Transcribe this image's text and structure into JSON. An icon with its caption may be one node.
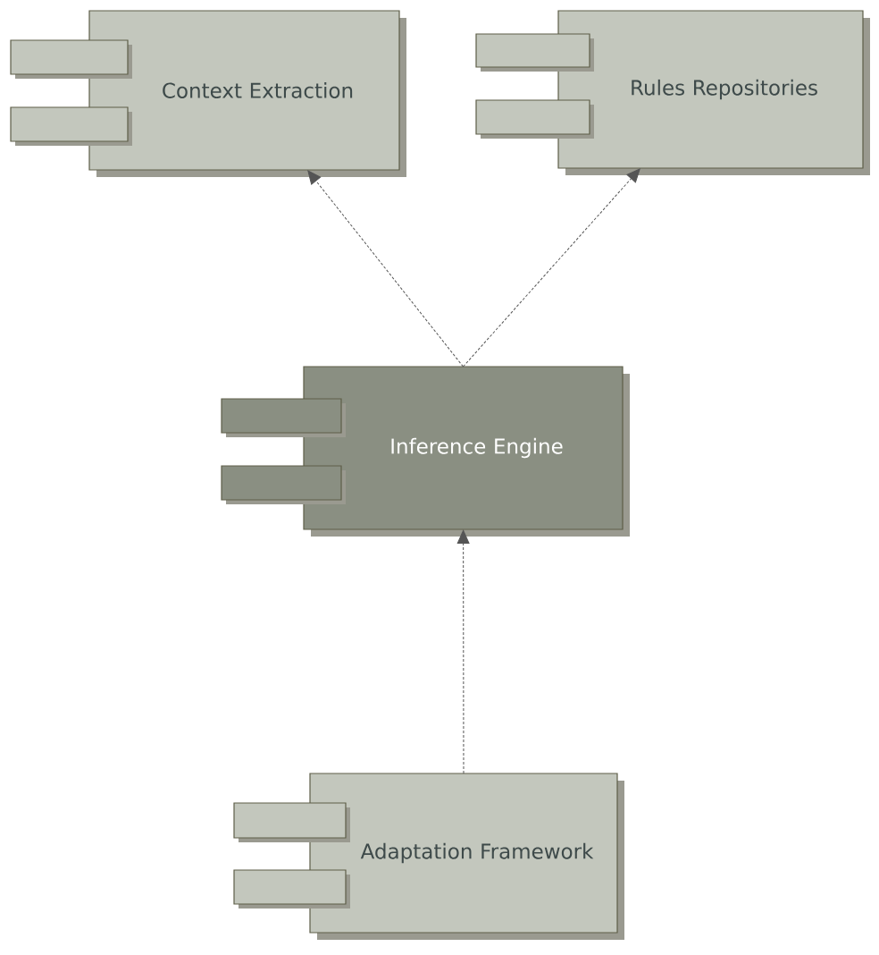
{
  "diagram": {
    "nodes": [
      {
        "text": [
          "Context Extraction"
        ]
      },
      {
        "text": [
          "Rules Repositories"
        ]
      },
      {
        "text": [
          "Inference Engine"
        ]
      },
      {
        "text": [
          "Adaptation Framework"
        ]
      }
    ],
    "edges": [
      {
        "from": 2,
        "to": 0,
        "arrow": "to",
        "style": "dashed"
      },
      {
        "from": 2,
        "to": 1,
        "arrow": "to",
        "style": "dashed"
      },
      {
        "from": 3,
        "to": 2,
        "arrow": "to",
        "style": "dashed"
      }
    ]
  }
}
